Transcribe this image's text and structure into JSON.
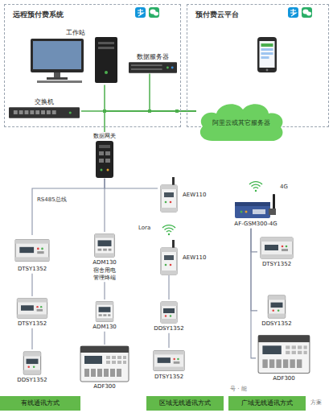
{
  "diagram": {
    "nodes": [
      {
        "text": [
          "远程预付费系统"
        ]
      },
      {
        "text": [
          "工作站"
        ],
        "in": 0
      },
      {
        "text": [
          "数据服务器"
        ],
        "in": 0
      },
      {
        "text": [
          "交换机"
        ],
        "in": 0
      },
      {
        "text": [
          "预付费云平台"
        ]
      },
      {
        "text": [
          "阿里云或其它服务器"
        ]
      },
      {
        "text": [
          "数据网关"
        ]
      },
      {
        "text": [
          "AEW110"
        ]
      },
      {
        "text": [
          "AEW110"
        ]
      },
      {
        "text": [
          "AF-GSM300-4G"
        ]
      },
      {
        "text": [
          "DTSY1352"
        ]
      },
      {
        "text": [
          "DTSY1352"
        ]
      },
      {
        "text": [
          "DDSY1352"
        ]
      },
      {
        "text": [
          "ADM130",
          "宿舍用电 管理终端"
        ]
      },
      {
        "text": [
          "ADM130"
        ]
      },
      {
        "text": [
          "ADF300"
        ]
      },
      {
        "text": [
          "DDSY1352"
        ]
      },
      {
        "text": [
          "DTSY1352"
        ]
      },
      {
        "text": [
          "DTSY1352"
        ]
      },
      {
        "text": [
          "DDSY1352"
        ]
      },
      {
        "text": [
          "ADF300"
        ]
      },
      {
        "text": [
          "有线通讯方式"
        ]
      },
      {
        "text": [
          "区域无线通讯方式"
        ]
      },
      {
        "text": [
          "广域无线通讯方式"
        ]
      }
    ],
    "edges": [
      {
        "from": 1,
        "to": 5,
        "arrow": "none"
      },
      {
        "from": 2,
        "to": 5,
        "arrow": "none"
      },
      {
        "from": 3,
        "to": 5,
        "arrow": "none"
      },
      {
        "from": 6,
        "to": 5,
        "arrow": "none"
      },
      {
        "from": 6,
        "to": 10,
        "arrow": "none"
      },
      {
        "from": 10,
        "to": 11,
        "arrow": "none"
      },
      {
        "from": 11,
        "to": 12,
        "arrow": "none"
      },
      {
        "from": 6,
        "to": 13,
        "arrow": "none"
      },
      {
        "from": 13,
        "to": 14,
        "arrow": "none"
      },
      {
        "from": 14,
        "to": 15,
        "arrow": "none"
      },
      {
        "from": 6,
        "to": 7,
        "arrow": "none"
      },
      {
        "from": 8,
        "to": 16,
        "arrow": "none"
      },
      {
        "from": 16,
        "to": 17,
        "arrow": "none"
      },
      {
        "from": 9,
        "to": 18,
        "arrow": "none"
      },
      {
        "from": 9,
        "to": 19,
        "arrow": "none"
      },
      {
        "from": 9,
        "to": 20,
        "arrow": "none"
      }
    ],
    "labels": [
      "RS485总线",
      "Lora",
      "4G",
      "号 · 能",
      "方案"
    ]
  }
}
